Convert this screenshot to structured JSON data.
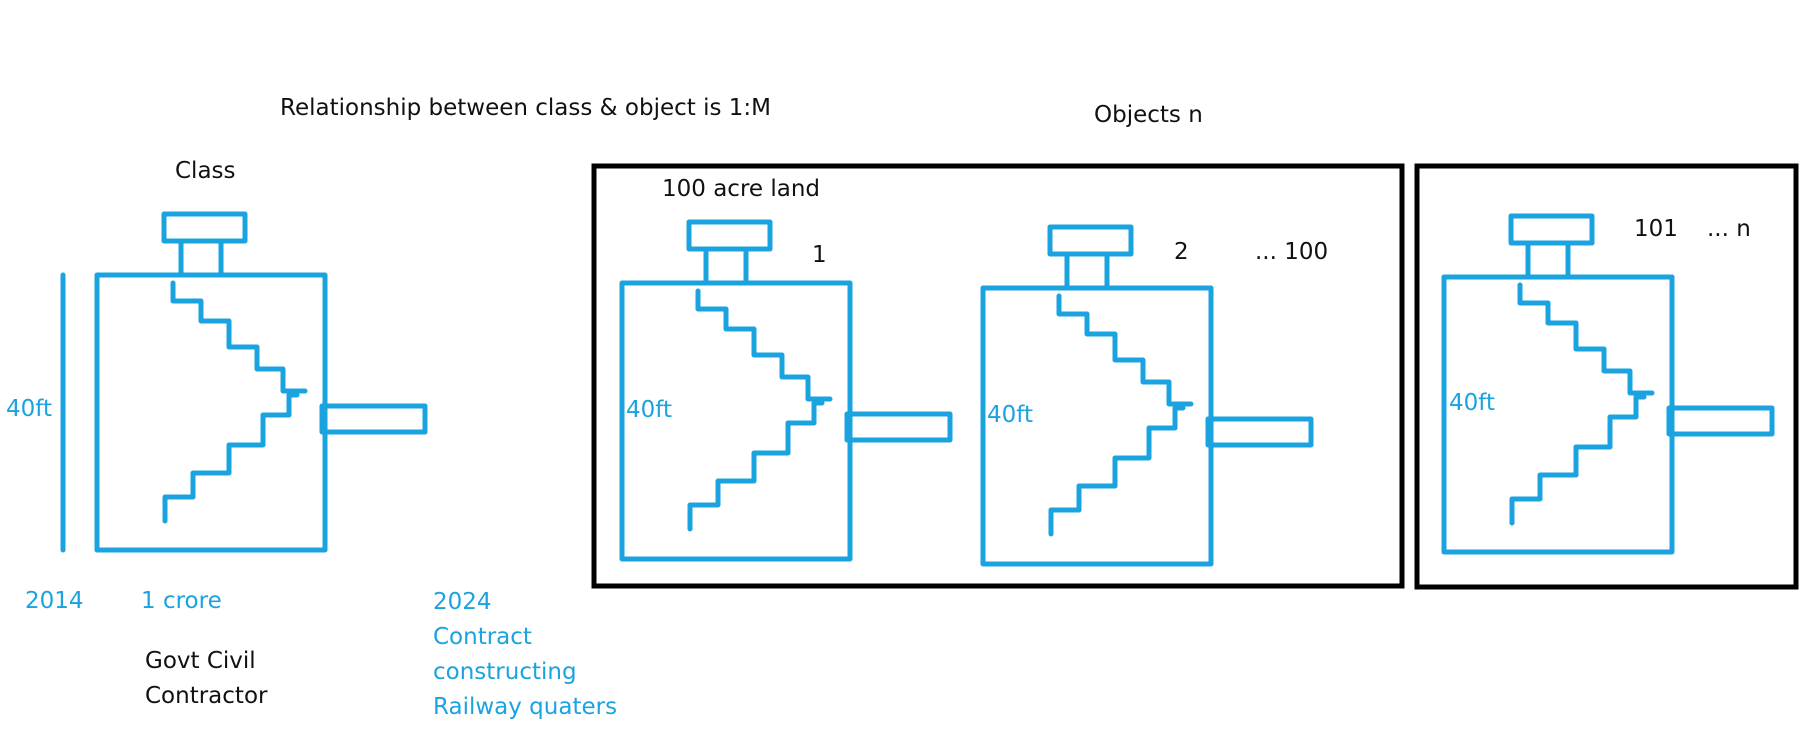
{
  "heading": "Relationship between class & object is 1:M",
  "objects_heading": "Objects n",
  "class_label": "Class",
  "land_label": "100 acre land",
  "height_label": "40ft",
  "year_start": "2014",
  "cost": "1 crore",
  "contractor": [
    "Govt Civil",
    "Contractor"
  ],
  "year_end": "2024",
  "contract_notes": [
    "Contract",
    "constructing",
    "Railway quaters"
  ],
  "object_numbers": [
    "1",
    "2",
    "... 100"
  ],
  "extra_numbers": [
    "101",
    "... n"
  ],
  "colors": {
    "ink": "#1aa3df",
    "frame": "#000000",
    "text": "#111111"
  }
}
